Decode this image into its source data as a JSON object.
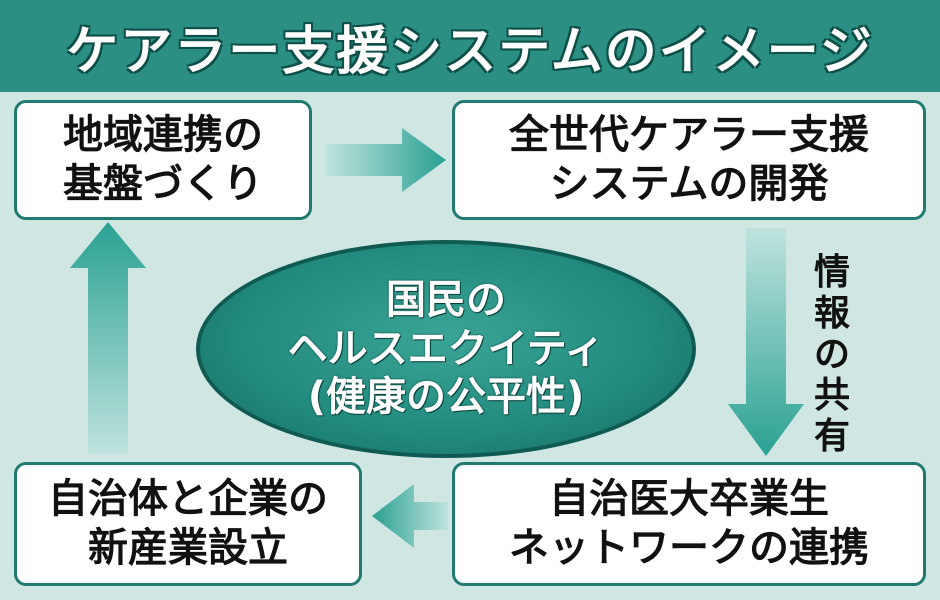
{
  "title": "ケアラー支援システムのイメージ",
  "boxes": {
    "top_left": [
      "地域連携の",
      "基盤づくり"
    ],
    "top_right": [
      "全世代ケアラー支援",
      "システムの開発"
    ],
    "bottom_left": [
      "自治体と企業の",
      "新産業設立"
    ],
    "bottom_right": [
      "自治医大卒業生",
      "ネットワークの連携"
    ]
  },
  "center": [
    "国民の",
    "ヘルスエクイティ",
    "(健康の公平性)"
  ],
  "arrow_label": [
    "情",
    "報",
    "の",
    "共",
    "有"
  ],
  "colors": {
    "header": "#2b8f84",
    "background": "#cfe6e3",
    "arrow": "#2aa193",
    "ellipse": "#21897d"
  }
}
